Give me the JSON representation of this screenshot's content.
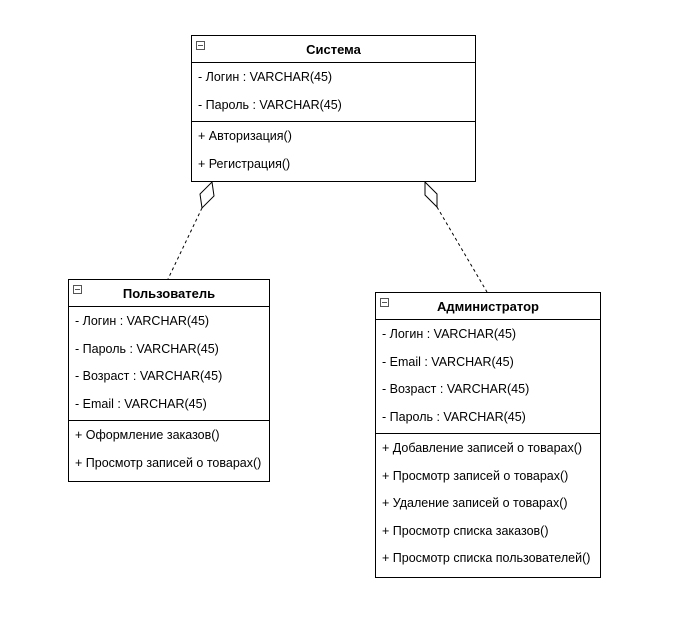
{
  "diagram": {
    "classes": [
      {
        "id": "sistema",
        "name": "Система",
        "attributes": [
          {
            "text": "- Логин : VARCHAR(45)"
          },
          {
            "text": "- Пароль : VARCHAR(45)"
          }
        ],
        "operations": [
          {
            "text": "+ Авторизация()"
          },
          {
            "text": "+ Регистрация()"
          }
        ]
      },
      {
        "id": "polzovatel",
        "name": "Пользователь",
        "attributes": [
          {
            "text": "- Логин : VARCHAR(45)"
          },
          {
            "text": "- Пароль : VARCHAR(45)"
          },
          {
            "text": "- Возраст : VARCHAR(45)"
          },
          {
            "text": "- Email : VARCHAR(45)"
          }
        ],
        "operations": [
          {
            "text": "+ Оформление заказов()"
          },
          {
            "text": "+ Просмотр записей о товарах()"
          }
        ]
      },
      {
        "id": "administrator",
        "name": "Администратор",
        "attributes": [
          {
            "text": "- Логин : VARCHAR(45)"
          },
          {
            "text": "- Email : VARCHAR(45)"
          },
          {
            "text": "- Возраст : VARCHAR(45)"
          },
          {
            "text": "- Пароль : VARCHAR(45)"
          }
        ],
        "operations": [
          {
            "text": "+ Добавление записей о товарах()"
          },
          {
            "text": "+ Просмотр записей о товарах()"
          },
          {
            "text": "+ Удаление записей о товарах()"
          },
          {
            "text": "+ Просмотр списка заказов()"
          },
          {
            "text": "+ Просмотр списка пользователей()"
          }
        ]
      }
    ],
    "relations": [
      {
        "type": "aggregation",
        "whole": "sistema",
        "part": "polzovatel",
        "line": "dashed"
      },
      {
        "type": "aggregation",
        "whole": "sistema",
        "part": "administrator",
        "line": "dashed"
      }
    ]
  }
}
